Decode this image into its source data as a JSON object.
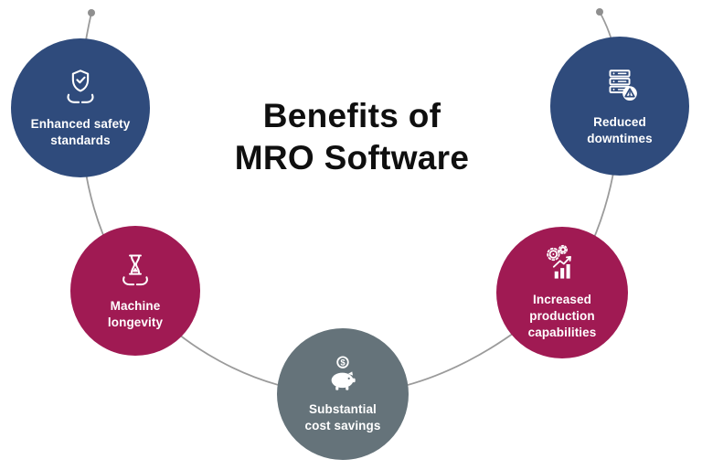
{
  "title": {
    "line1": "Benefits of",
    "line2": "MRO Software"
  },
  "connector": {
    "color": "#9b9b9b",
    "dot_color": "#8f8f8f"
  },
  "nodes": [
    {
      "label": "Enhanced safety\nstandards",
      "color": "#2f4b7c",
      "icon": "shield-in-hands-icon"
    },
    {
      "label": "Machine\nlongevity",
      "color": "#a01a53",
      "icon": "hourglass-in-hands-icon"
    },
    {
      "label": "Substantial\ncost savings",
      "color": "#65737a",
      "icon": "piggy-bank-savings-icon"
    },
    {
      "label": "Increased\nproduction\ncapabilities",
      "color": "#a01a53",
      "icon": "gears-growth-chart-icon"
    },
    {
      "label": "Reduced\ndowntimes",
      "color": "#2f4b7c",
      "icon": "server-alert-icon"
    }
  ],
  "icon_glyphs": {
    "dollar": "$"
  }
}
